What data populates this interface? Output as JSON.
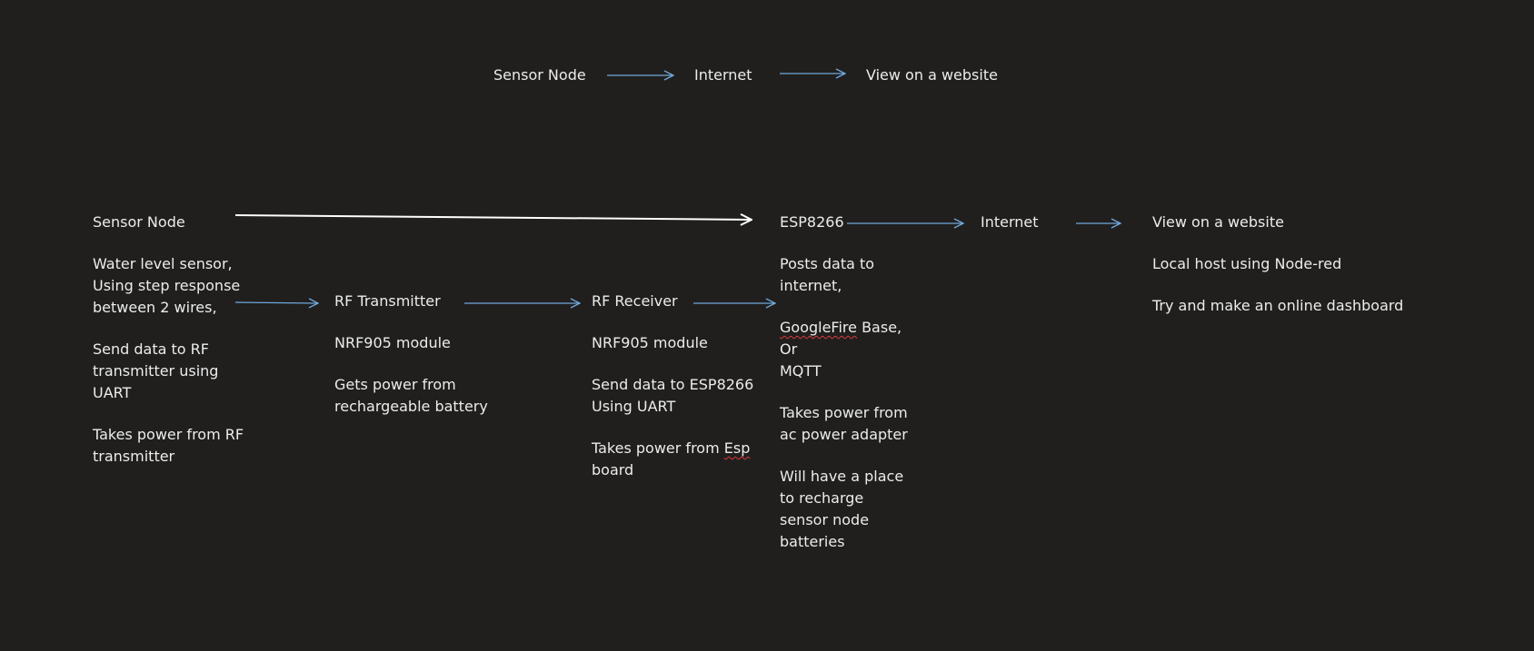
{
  "top_row": {
    "sensor_node": "Sensor Node",
    "internet": "Internet",
    "view_website": "View on a website"
  },
  "sensor_node": {
    "title": "Sensor Node",
    "line1": "Water level sensor,",
    "line2": "Using step response",
    "line3": "between 2 wires,",
    "line4": "Send data to RF",
    "line5": "transmitter using",
    "line6": "UART",
    "line7": "Takes power from RF",
    "line8": "transmitter"
  },
  "rf_transmitter": {
    "title": "RF Transmitter",
    "line1": "NRF905 module",
    "line2": "Gets power from",
    "line3": "rechargeable battery"
  },
  "rf_receiver": {
    "title": "RF Receiver",
    "line1": "NRF905 module",
    "line2": "Send data to ESP8266",
    "line3": "Using UART",
    "line4a": "Takes power from ",
    "line4b": "Esp",
    "line5": "board"
  },
  "esp8266": {
    "title": "ESP8266",
    "line1": "Posts data to",
    "line2": "internet,",
    "line3a": "GoogleFire",
    "line3b": " Base,",
    "line4": "Or",
    "line5": "MQTT",
    "line6": "Takes power from",
    "line7": "ac power adapter",
    "line8": "Will have a place",
    "line9": "to recharge",
    "line10": "sensor node",
    "line11": "batteries"
  },
  "internet": {
    "title": "Internet"
  },
  "website": {
    "title": "View on a website",
    "line1": "Local host using Node-red",
    "line2": "Try and make an online dashboard"
  },
  "colors": {
    "background": "#201f1e",
    "text": "#ececec",
    "blue_arrow": "#6fa8dc",
    "white_arrow": "#ffffff",
    "spellcheck": "#d83b3b"
  }
}
